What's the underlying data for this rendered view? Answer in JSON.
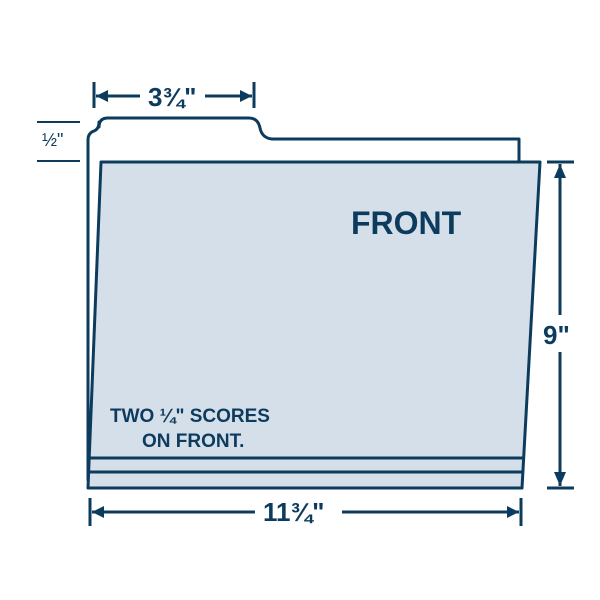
{
  "diagram": {
    "subject": "File folder",
    "colors": {
      "outline": "#0d3b5e",
      "front_fill": "#d5dfea",
      "back_fill": "#ffffff"
    },
    "labels": {
      "front": "FRONT",
      "tab_width": "3¾\"",
      "tab_height": "½\"",
      "height": "9\"",
      "width": "11¾\"",
      "scores_line1": "TWO ¼\" SCORES",
      "scores_line2": "ON FRONT."
    }
  }
}
